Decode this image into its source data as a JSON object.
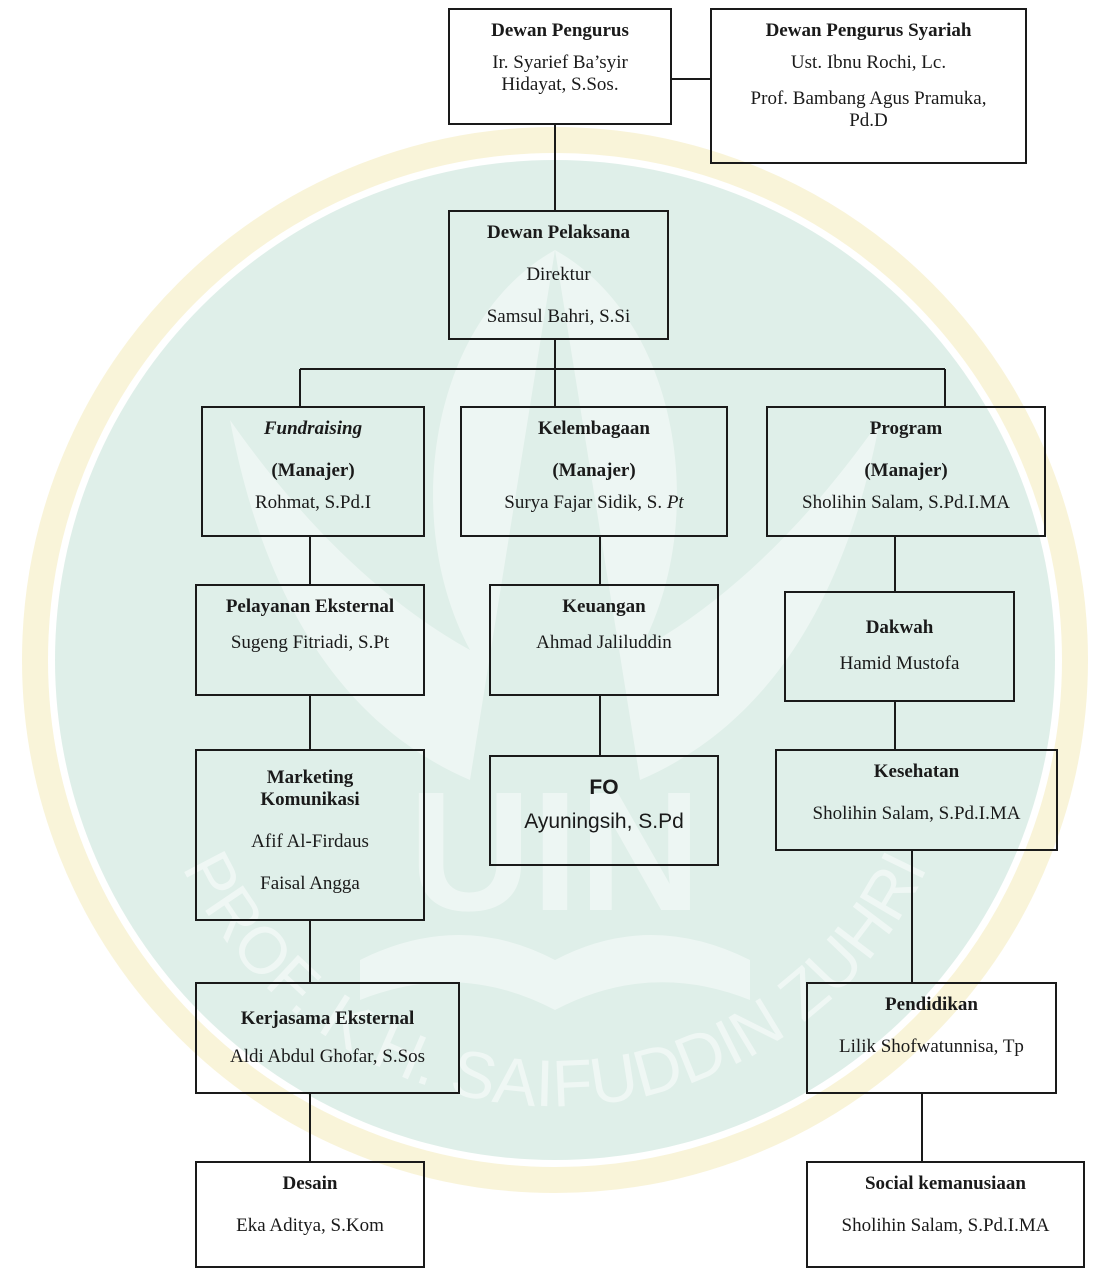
{
  "colors": {
    "watermark_green": "#3a9a78",
    "watermark_yellow": "#e0c02a",
    "line": "#1a1a1a"
  },
  "watermark": {
    "logo": "UIN",
    "arc_text": "PROF. K.H. SAIFUDDIN ZUHRI"
  },
  "dewan_pengurus": {
    "title": "Dewan Pengurus",
    "name_line1": "Ir. Syarief Ba’syir",
    "name_line2": "Hidayat, S.Sos."
  },
  "dewan_syariah": {
    "title": "Dewan Pengurus Syariah",
    "member1": "Ust. Ibnu Rochi, Lc.",
    "member2_line1": "Prof. Bambang Agus Pramuka,",
    "member2_line2": "Pd.D"
  },
  "dewan_pelaksana": {
    "title": "Dewan Pelaksana",
    "role": "Direktur",
    "name": "Samsul Bahri, S.Si"
  },
  "fundraising": {
    "title": "Fundraising",
    "role": "(Manajer)",
    "name": "Rohmat, S.Pd.I"
  },
  "kelembagaan": {
    "title": "Kelembagaan",
    "role": "(Manajer)",
    "name_main": "Surya Fajar Sidik, S. ",
    "name_italic": "Pt"
  },
  "program": {
    "title": "Program",
    "role": "(Manajer)",
    "name": "Sholihin Salam, S.Pd.I.MA"
  },
  "pelayanan": {
    "title": "Pelayanan Eksternal",
    "name": "Sugeng Fitriadi, S.Pt"
  },
  "keuangan": {
    "title": "Keuangan",
    "name": "Ahmad Jaliluddin"
  },
  "dakwah": {
    "title": "Dakwah",
    "name": "Hamid Mustofa"
  },
  "marketing": {
    "title_line1": "Marketing",
    "title_line2": "Komunikasi",
    "member1": "Afif Al-Firdaus",
    "member2": "Faisal Angga"
  },
  "fo": {
    "title": "FO",
    "name": "Ayuningsih, S.Pd"
  },
  "kesehatan": {
    "title": "Kesehatan",
    "name": "Sholihin Salam, S.Pd.I.MA"
  },
  "kerjasama": {
    "title": "Kerjasama Eksternal",
    "name": "Aldi Abdul Ghofar, S.Sos"
  },
  "pendidikan": {
    "title": "Pendidikan",
    "name": "Lilik Shofwatunnisa, Tp"
  },
  "desain": {
    "title": "Desain",
    "name": "Eka Aditya, S.Kom"
  },
  "social": {
    "title": "Social kemanusiaan",
    "name": "Sholihin Salam, S.Pd.I.MA"
  }
}
